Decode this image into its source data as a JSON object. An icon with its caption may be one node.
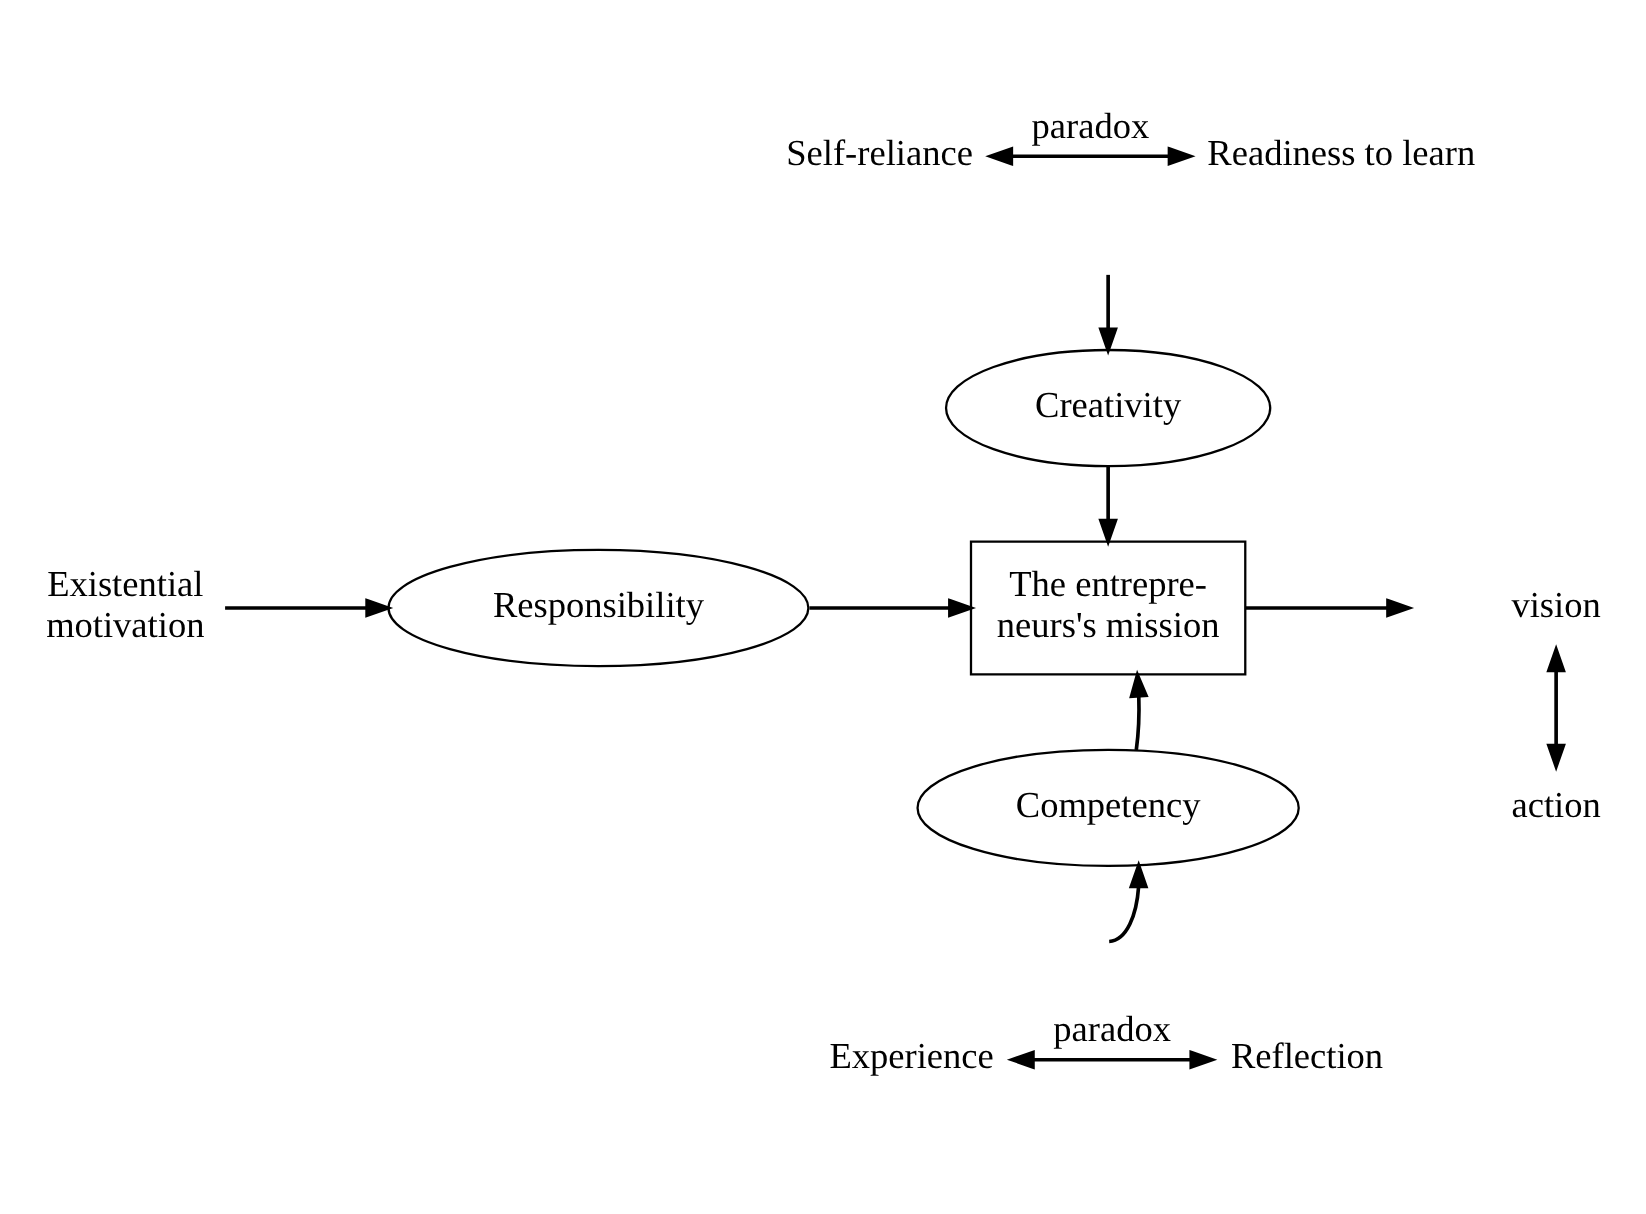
{
  "diagram": {
    "nodes": [
      {
        "text": [
          "Self-reliance"
        ]
      },
      {
        "text": [
          "Readiness to learn"
        ]
      },
      {
        "text": [
          "Creativity"
        ]
      },
      {
        "text": [
          "Existential motivation"
        ]
      },
      {
        "text": [
          "Responsibility"
        ]
      },
      {
        "text": [
          "The entrepre- neurs's mission"
        ]
      },
      {
        "text": [
          "vision"
        ]
      },
      {
        "text": [
          "action"
        ]
      },
      {
        "text": [
          "Competency"
        ]
      },
      {
        "text": [
          "Experience"
        ]
      },
      {
        "text": [
          "Reflection"
        ]
      }
    ],
    "edges": [
      {
        "from": 0,
        "to": 1,
        "arrow": "both",
        "label": "paradox"
      },
      {
        "from": null,
        "to": 2,
        "arrow": "to"
      },
      {
        "from": 2,
        "to": 5,
        "arrow": "to"
      },
      {
        "from": 3,
        "to": 4,
        "arrow": "to"
      },
      {
        "from": 4,
        "to": 5,
        "arrow": "to"
      },
      {
        "from": 5,
        "to": null,
        "arrow": "to"
      },
      {
        "from": 6,
        "to": 7,
        "arrow": "both"
      },
      {
        "from": 8,
        "to": 5,
        "arrow": "to"
      },
      {
        "from": null,
        "to": 8,
        "arrow": "to"
      },
      {
        "from": 9,
        "to": 10,
        "arrow": "both",
        "label": "paradox"
      }
    ]
  }
}
